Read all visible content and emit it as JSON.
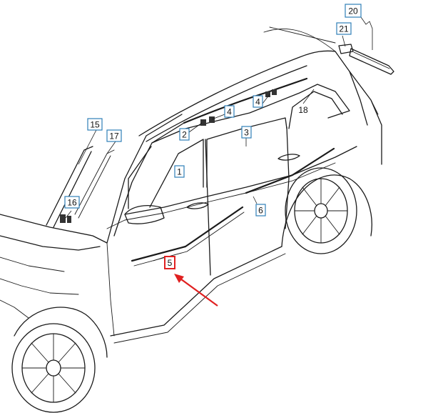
{
  "callouts": [
    {
      "id": "c1",
      "label": "1"
    },
    {
      "id": "c2",
      "label": "2"
    },
    {
      "id": "c3",
      "label": "3"
    },
    {
      "id": "c4a",
      "label": "4"
    },
    {
      "id": "c4b",
      "label": "4"
    },
    {
      "id": "c5",
      "label": "5",
      "highlighted": true
    },
    {
      "id": "c6",
      "label": "6"
    },
    {
      "id": "c15",
      "label": "15"
    },
    {
      "id": "c16",
      "label": "16"
    },
    {
      "id": "c17",
      "label": "17"
    },
    {
      "id": "c18",
      "label": "18"
    },
    {
      "id": "c20",
      "label": "20"
    },
    {
      "id": "c21",
      "label": "21"
    }
  ],
  "colors": {
    "box_border": "#2f7fb8",
    "highlight": "#e02020",
    "line": "#1a1a1a"
  }
}
